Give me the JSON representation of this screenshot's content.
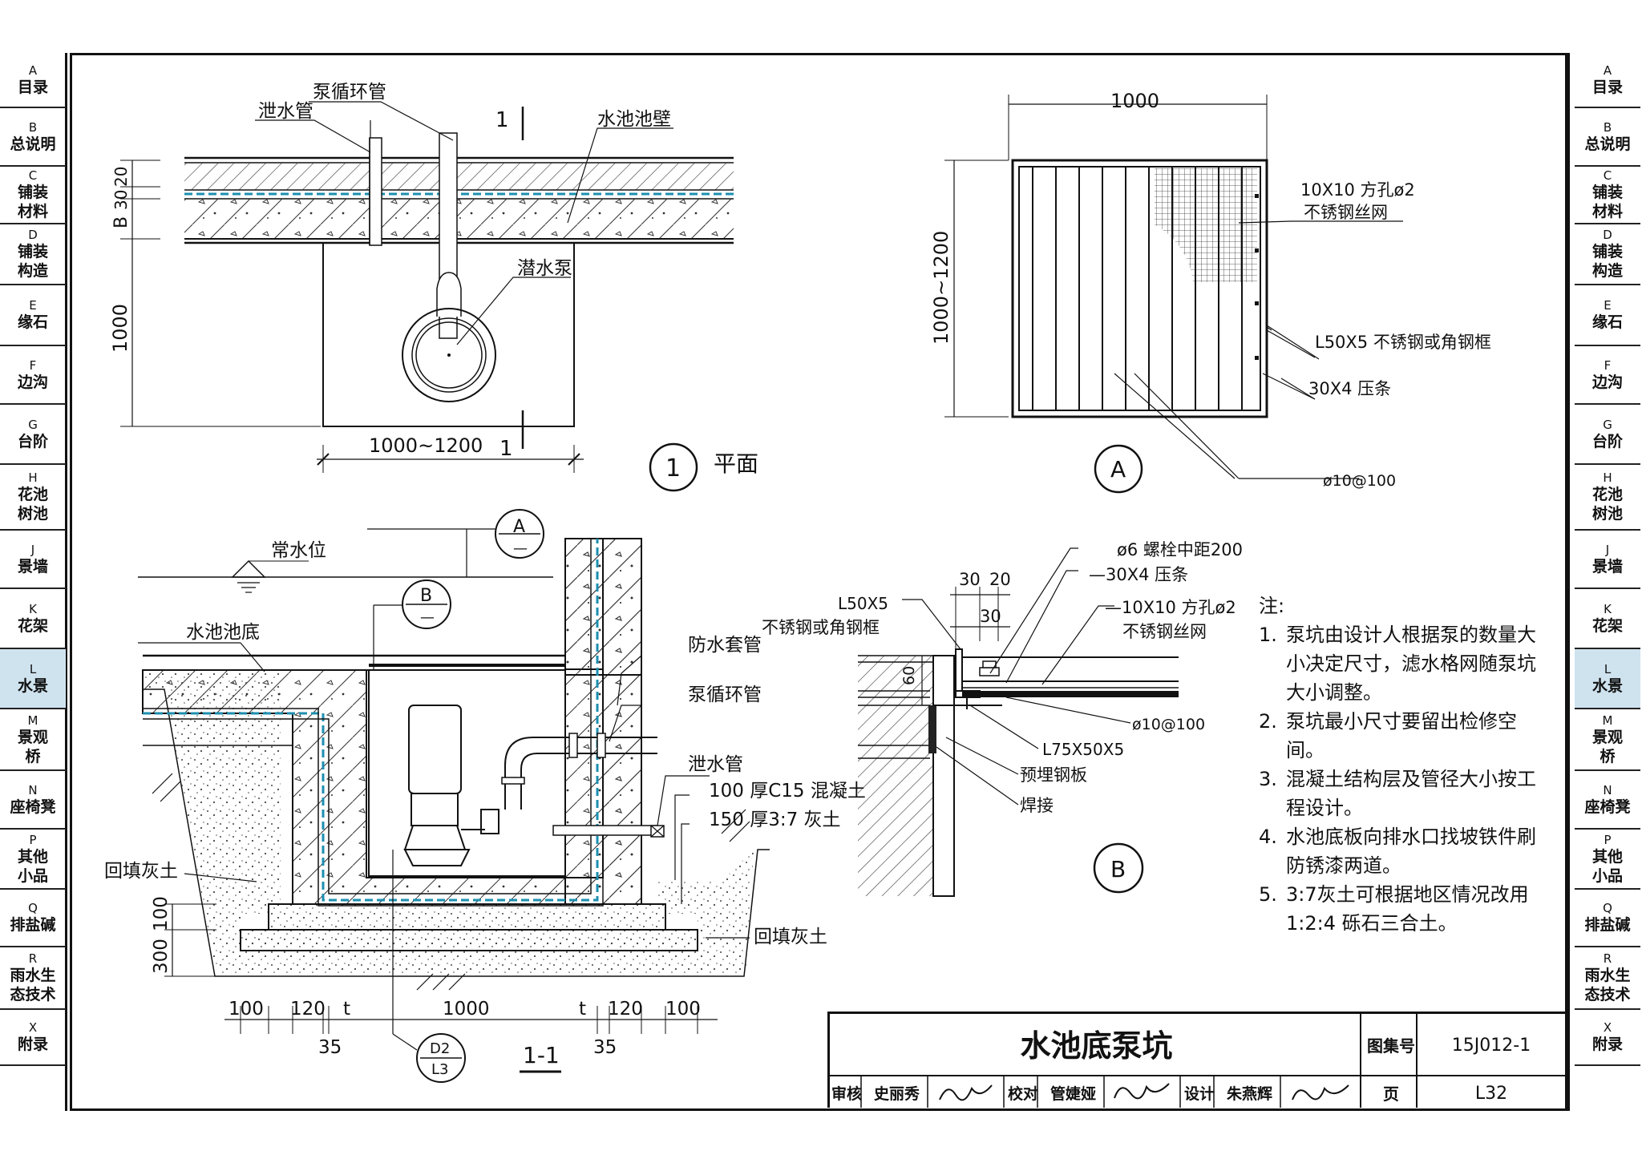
{
  "sections": [
    {
      "code": "A",
      "name": "目录"
    },
    {
      "code": "B",
      "name": "总说明"
    },
    {
      "code": "C",
      "name": "铺装\n材料"
    },
    {
      "code": "D",
      "name": "铺装\n构造"
    },
    {
      "code": "E",
      "name": "缘石"
    },
    {
      "code": "F",
      "name": "边沟"
    },
    {
      "code": "G",
      "name": "台阶"
    },
    {
      "code": "H",
      "name": "花池\n树池"
    },
    {
      "code": "J",
      "name": "景墙"
    },
    {
      "code": "K",
      "name": "花架"
    },
    {
      "code": "L",
      "name": "水景"
    },
    {
      "code": "M",
      "name": "景观\n桥"
    },
    {
      "code": "N",
      "name": "座椅凳"
    },
    {
      "code": "P",
      "name": "其他\n小品"
    },
    {
      "code": "Q",
      "name": "排盐碱"
    },
    {
      "code": "R",
      "name": "雨水生\n态技术"
    },
    {
      "code": "X",
      "name": "附录"
    }
  ],
  "active_section": "L",
  "plan": {
    "labels": {
      "pump_loop": "泵循环管",
      "drain_pipe": "泄水管",
      "pool_wall": "水池池壁",
      "sub_pump": "潜水泵"
    },
    "dims": {
      "d20": "20",
      "d30": "30",
      "dB": "B",
      "d1000": "1000",
      "width": "1000~1200",
      "sec1": "1"
    },
    "caption_num": "1",
    "caption": "平面"
  },
  "detailA": {
    "width": "1000",
    "height": "1000~1200",
    "mesh_line1": "10X10 方孔ø2",
    "mesh_line2": "不锈钢丝网",
    "frame": "L50X5 不锈钢或角钢框",
    "strip": "30X4 压条",
    "rebar": "ø10@100",
    "marker": "A"
  },
  "section": {
    "water_level": "常水位",
    "pool_bottom": "水池池底",
    "waterproof_sleeve": "防水套管",
    "pump_loop": "泵循环管",
    "drain_pipe": "泄水管",
    "concrete": "100 厚C15 混凝土",
    "lime_soil": "150 厚3:7 灰土",
    "backfill_left": "回填灰土",
    "backfill_right": "回填灰土",
    "markerA": "A",
    "markerB": "B",
    "dash": "—",
    "d100a": "100",
    "d120a": "120",
    "dt": "t",
    "d1000": "1000",
    "d120b": "120",
    "d100b": "100",
    "d35": "35",
    "v100": "100",
    "v300": "300",
    "ref_top": "D2",
    "ref_bot": "L3",
    "caption": "1-1"
  },
  "detailB": {
    "bolt": "ø6 螺栓中距200",
    "strip": "—30X4 压条",
    "mesh_line1": "—10X10 方孔ø2",
    "mesh_line2": "不锈钢丝网",
    "frame_line1": "L50X5",
    "frame_line2": "不锈钢或角钢框",
    "rebar": "ø10@100",
    "angle": "L75X50X5",
    "plate": "预埋钢板",
    "weld": "焊接",
    "d30": "30",
    "d20": "20",
    "d60": "60",
    "marker": "B"
  },
  "notes": {
    "title": "注:",
    "items": [
      {
        "n": "1.",
        "t": "泵坑由设计人根据泵的数量大小决定尺寸，滤水格网随泵坑大小调整。"
      },
      {
        "n": "2.",
        "t": "泵坑最小尺寸要留出检修空间。"
      },
      {
        "n": "3.",
        "t": "混凝土结构层及管径大小按工程设计。"
      },
      {
        "n": "4.",
        "t": "水池底板向排水口找坡铁件刷防锈漆两道。"
      },
      {
        "n": "5.",
        "t": "3:7灰土可根据地区情况改用1:2:4 砾石三合土。"
      }
    ]
  },
  "title_block": {
    "drawing_title": "水池底泵坑",
    "atlas_label": "图集号",
    "atlas_no": "15J012-1",
    "review_label": "审核",
    "reviewer": "史丽秀",
    "check_label": "校对",
    "checker": "管婕娅",
    "design_label": "设计",
    "designer": "朱燕辉",
    "page_label": "页",
    "page_no": "L32"
  }
}
